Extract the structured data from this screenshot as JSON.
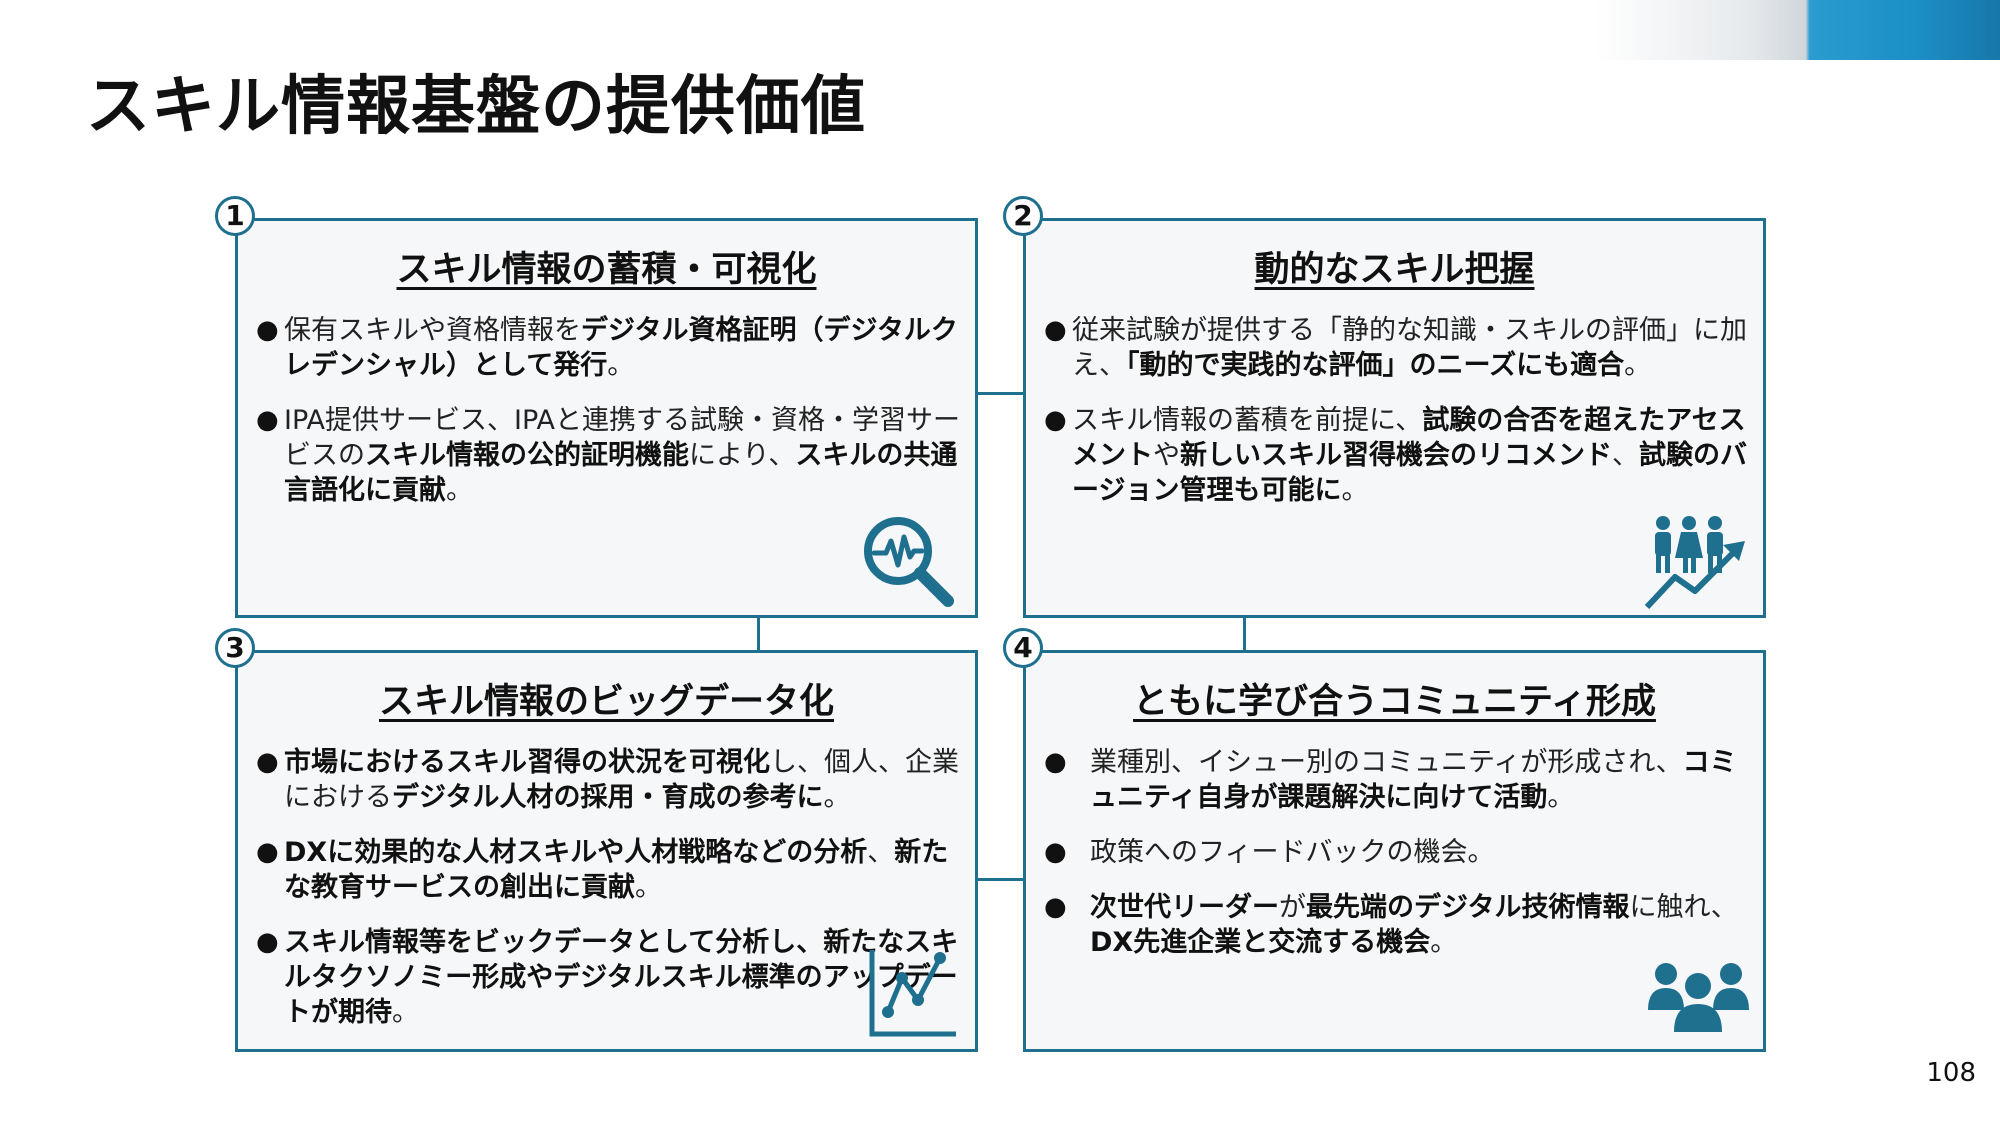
{
  "title": "スキル情報基盤の提供価値",
  "page_number": "108",
  "colors": {
    "accent": "#1f6f8f",
    "card_bg": "#f5f7f8"
  },
  "cards": [
    {
      "number": "1",
      "title": "スキル情報の蓄積・可視化",
      "icon": "magnifier-waveform-icon",
      "bullets": [
        [
          {
            "t": "保有スキルや資格情報を",
            "b": false
          },
          {
            "t": "デジタル資格証明（デジタルクレデンシャル）として発行",
            "b": true
          },
          {
            "t": "。",
            "b": false
          }
        ],
        [
          {
            "t": "IPA提供サービス、IPAと連携する試験・資格・学習サービスの",
            "b": false
          },
          {
            "t": "スキル情報の公的証明機能",
            "b": true
          },
          {
            "t": "により、",
            "b": false
          },
          {
            "t": "スキルの共通言語化に貢献",
            "b": true
          },
          {
            "t": "。",
            "b": false
          }
        ]
      ]
    },
    {
      "number": "2",
      "title": "動的なスキル把握",
      "icon": "people-growth-icon",
      "bullets": [
        [
          {
            "t": "従来試験が提供する「静的な知識・スキルの評価」に加え、",
            "b": false
          },
          {
            "t": "「動的で実践的な評価」のニーズにも適合",
            "b": true
          },
          {
            "t": "。",
            "b": false
          }
        ],
        [
          {
            "t": "スキル情報の蓄積を前提に、",
            "b": false
          },
          {
            "t": "試験の合否を超えたアセスメント",
            "b": true
          },
          {
            "t": "や",
            "b": false
          },
          {
            "t": "新しいスキル習得機会のリコメンド",
            "b": true
          },
          {
            "t": "、",
            "b": false
          },
          {
            "t": "試験のバージョン管理も可能に",
            "b": true
          },
          {
            "t": "。",
            "b": false
          }
        ]
      ]
    },
    {
      "number": "3",
      "title": "スキル情報のビッグデータ化",
      "icon": "line-chart-icon",
      "bullets": [
        [
          {
            "t": "市場におけるスキル習得の状況を可視化",
            "b": true
          },
          {
            "t": "し、個人、企業における",
            "b": false
          },
          {
            "t": "デジタル人材の採用・育成の参考に",
            "b": true
          },
          {
            "t": "。",
            "b": false
          }
        ],
        [
          {
            "t": "DXに効果的な人材スキルや人材戦略などの分析",
            "b": true
          },
          {
            "t": "、",
            "b": false
          },
          {
            "t": "新たな教育サービスの創出に貢献",
            "b": true
          },
          {
            "t": "。",
            "b": false
          }
        ],
        [
          {
            "t": "スキル情報等をビックデータとして分析し、新たなスキルタクソノミー形成やデジタルスキル標準のアップデートが期待",
            "b": true
          },
          {
            "t": "。",
            "b": false
          }
        ]
      ]
    },
    {
      "number": "4",
      "title": "ともに学び合うコミュニティ形成",
      "icon": "community-icon",
      "bullets": [
        [
          {
            "t": "業種別、イシュー別のコミュニティが形成され、",
            "b": false
          },
          {
            "t": "コミュニティ自身が課題解決に向けて活動",
            "b": true
          },
          {
            "t": "。",
            "b": false
          }
        ],
        [
          {
            "t": "政策へのフィードバックの機会。",
            "b": false
          }
        ],
        [
          {
            "t": "次世代リーダー",
            "b": true
          },
          {
            "t": "が",
            "b": false
          },
          {
            "t": "最先端のデジタル技術情報",
            "b": true
          },
          {
            "t": "に触れ、",
            "b": false
          },
          {
            "t": "DX先進企業と交流する機会",
            "b": true
          },
          {
            "t": "。",
            "b": false
          }
        ]
      ]
    }
  ]
}
